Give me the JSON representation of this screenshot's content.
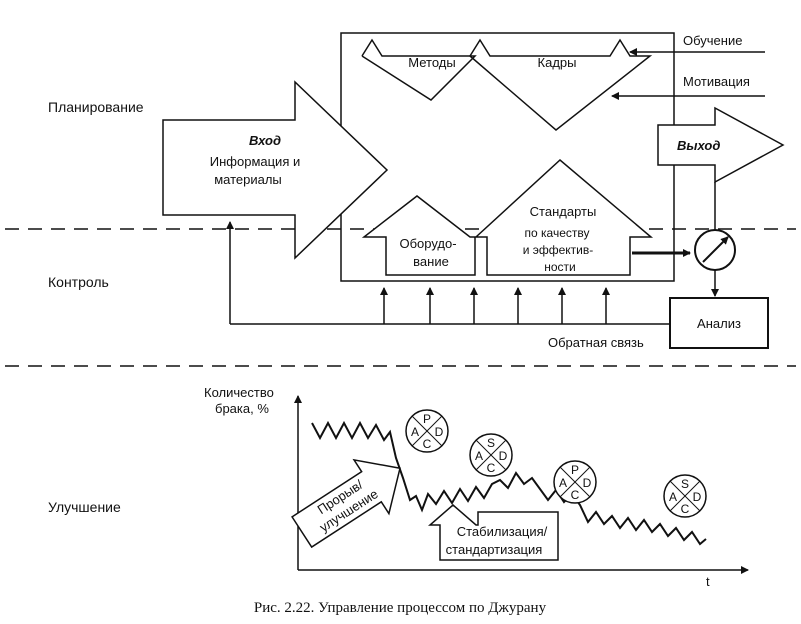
{
  "sections": {
    "planning": "Планирование",
    "control": "Контроль",
    "improvement": "Улучшение"
  },
  "inputs": {
    "training": "Обучение",
    "motivation": "Мотивация"
  },
  "blocks": {
    "methods": "Методы",
    "staff": "Кадры",
    "input_title": "Вход",
    "input_line1": "Информация и",
    "input_line2": "материалы",
    "output": "Выход",
    "equipment_line1": "Оборудо-",
    "equipment_line2": "вание",
    "standards_title": "Стандарты",
    "standards_line1": "по качеству",
    "standards_line2": "и  эффектив-",
    "standards_line3": "ности",
    "analysis": "Анализ",
    "feedback": "Обратная связь"
  },
  "graph": {
    "ylabel_line1": "Количество",
    "ylabel_line2": "брака, %",
    "xlabel": "t",
    "breakthrough_line1": "Прорыв/",
    "breakthrough_line2": "улучшение",
    "stab_line1": "Стабилизация/",
    "stab_line2": "стандартизация",
    "pdca": {
      "top": "P",
      "left": "A",
      "right": "D",
      "bottom": "C"
    },
    "sdca": {
      "top": "S",
      "left": "A",
      "right": "D",
      "bottom": "C"
    }
  },
  "caption": "Рис. 2.22. Управление процессом по Джурану"
}
